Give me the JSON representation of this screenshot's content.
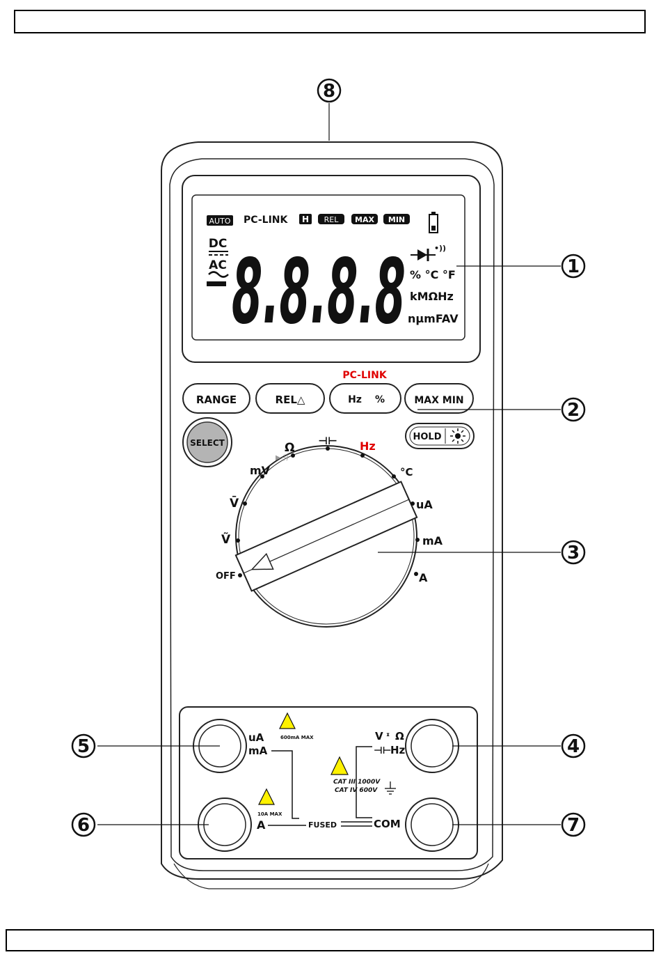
{
  "display": {
    "auto": "AUTO",
    "pc_link": "PC-LINK",
    "hold_indicator": "H",
    "rel": "REL",
    "max": "MAX",
    "min": "MIN",
    "dc": "DC",
    "ac": "AC",
    "digits": "8.8.8.8",
    "unit_row1": "% °C °F",
    "unit_row2": "kMΩHz",
    "unit_row3": "nµmFAV"
  },
  "buttons": {
    "range": "RANGE",
    "rel": "REL△",
    "hz": "Hz",
    "percent": "%",
    "maxmin": "MAX MIN",
    "select": "SELECT",
    "hold": "HOLD",
    "pc_link_label": "PC-LINK"
  },
  "dial": {
    "off": "OFF",
    "v_ac": "Ṽ",
    "v_dc": "V̄",
    "mv": "mV",
    "ohm": "Ω",
    "cap": "⊣⊢",
    "hz": "Hz",
    "temp": "°C",
    "ua": "uA",
    "ma": "mA",
    "a": "A"
  },
  "jacks": {
    "ua": "uA",
    "ma": "mA",
    "ma_max": "600mA MAX",
    "a": "A",
    "a_max": "10A MAX",
    "fused": "FUSED",
    "com": "COM",
    "v": "V",
    "ohm": "Ω",
    "hz": "Hz",
    "cat3": "CAT III 1000V",
    "cat4": "CAT IV 600V"
  },
  "callouts": [
    "1",
    "2",
    "3",
    "4",
    "5",
    "6",
    "7",
    "8"
  ],
  "colors": {
    "pc_link": "#e00000",
    "select_button": "#b4b4b4"
  }
}
